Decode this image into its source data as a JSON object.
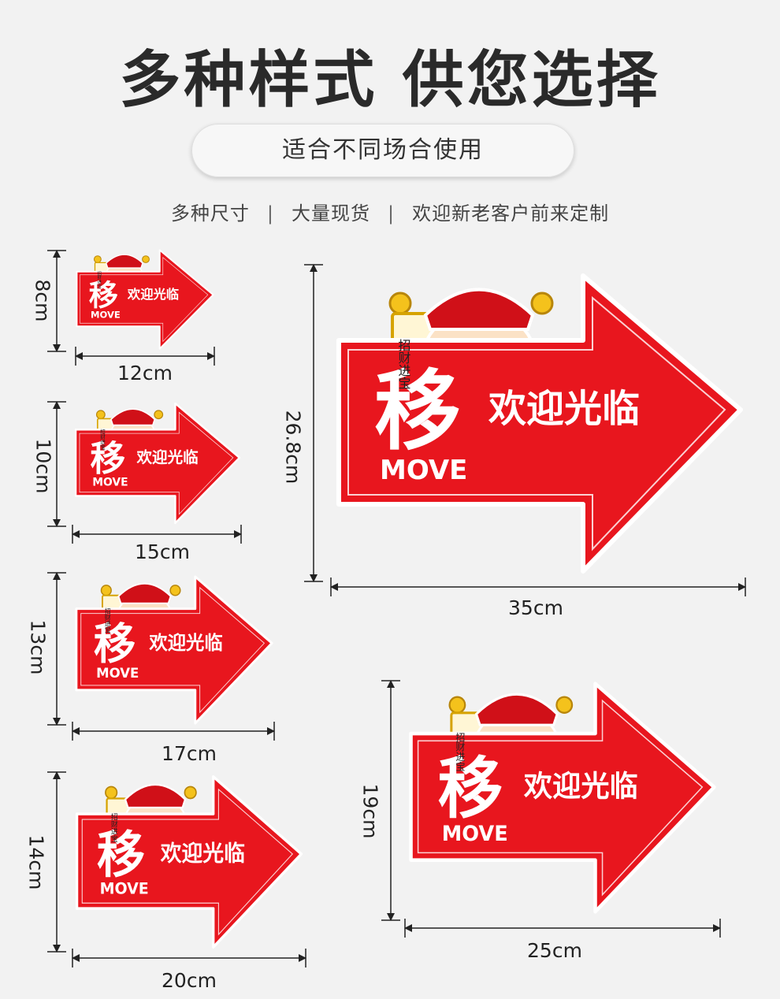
{
  "headline": "多种样式 供您选择",
  "pill_text": "适合不同场合使用",
  "features": [
    "多种尺寸",
    "大量现货",
    "欢迎新老客户前来定制"
  ],
  "sign": {
    "main_char": "移",
    "sub_text": "MOVE",
    "slogan": "欢迎光临",
    "scroll_text": "招财进宝"
  },
  "sizes": [
    {
      "height": "8cm",
      "width": "12cm"
    },
    {
      "height": "10cm",
      "width": "15cm"
    },
    {
      "height": "13cm",
      "width": "17cm"
    },
    {
      "height": "14cm",
      "width": "20cm"
    },
    {
      "height": "26.8cm",
      "width": "35cm"
    },
    {
      "height": "19cm",
      "width": "25cm"
    }
  ],
  "colors": {
    "arrow_red": "#e8161e",
    "arrow_outline": "#ffffff",
    "text": "#2a2a2a"
  }
}
